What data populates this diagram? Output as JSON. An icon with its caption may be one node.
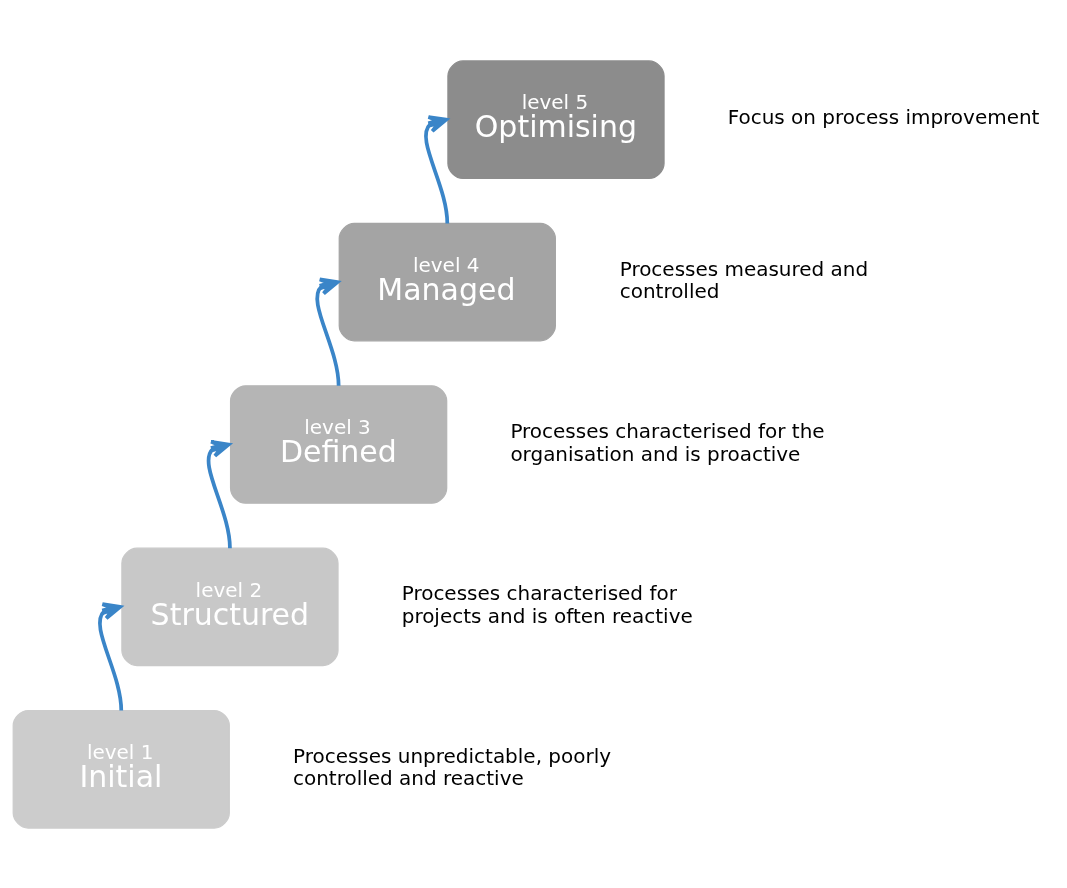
{
  "diagram": {
    "nodes": [
      {
        "text": [
          "level 1",
          "Initial"
        ],
        "beside": [
          "Processes unpredictable, poorly controlled and reactive"
        ]
      },
      {
        "text": [
          "level 2",
          "Structured"
        ],
        "beside": [
          "Processes characterised for projects and is often reactive"
        ]
      },
      {
        "text": [
          "level 3",
          "Defined"
        ],
        "beside": [
          "Processes characterised for the organisation and is proactive"
        ]
      },
      {
        "text": [
          "level 4",
          "Managed"
        ],
        "beside": [
          "Processes measured and controlled"
        ]
      },
      {
        "text": [
          "level 5",
          "Optimising"
        ],
        "beside": [
          "Focus on process improvement"
        ]
      }
    ],
    "edges": [
      {
        "from": 0,
        "to": 1,
        "arrow": "to"
      },
      {
        "from": 1,
        "to": 2,
        "arrow": "to"
      },
      {
        "from": 2,
        "to": 3,
        "arrow": "to"
      },
      {
        "from": 3,
        "to": 4,
        "arrow": "to"
      }
    ]
  }
}
